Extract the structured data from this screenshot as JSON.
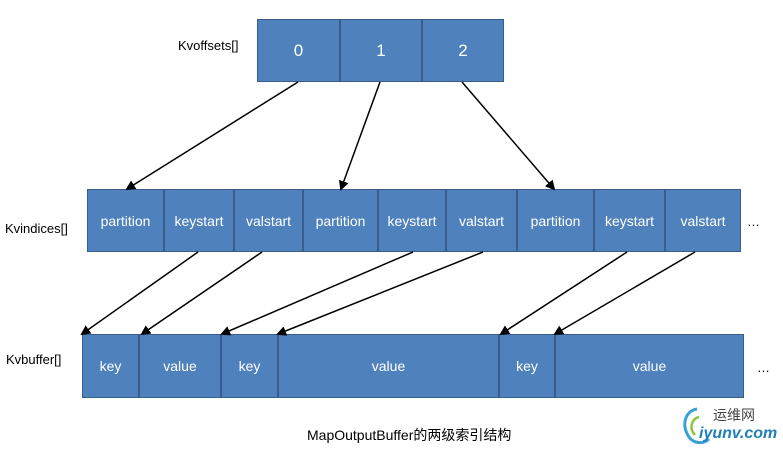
{
  "labels": {
    "kvoffsets": "Kvoffsets[]",
    "kvindices": "Kvindices[]",
    "kvbuffer": "Kvbuffer[]"
  },
  "kvoffsets": [
    "0",
    "1",
    "2"
  ],
  "kvindices": [
    "partition",
    "keystart",
    "valstart",
    "partition",
    "keystart",
    "valstart",
    "partition",
    "keystart",
    "valstart"
  ],
  "kvbuffer": [
    "key",
    "value",
    "key",
    "value",
    "key",
    "value"
  ],
  "ellipsis": "…",
  "caption": "MapOutputBuffer的两级索引结构",
  "watermark": {
    "top": "运维网",
    "bottom": "iyunv.com"
  },
  "colors": {
    "cell_fill": "#4f81bd",
    "cell_border": "#385d8a",
    "arrow": "#000000"
  }
}
